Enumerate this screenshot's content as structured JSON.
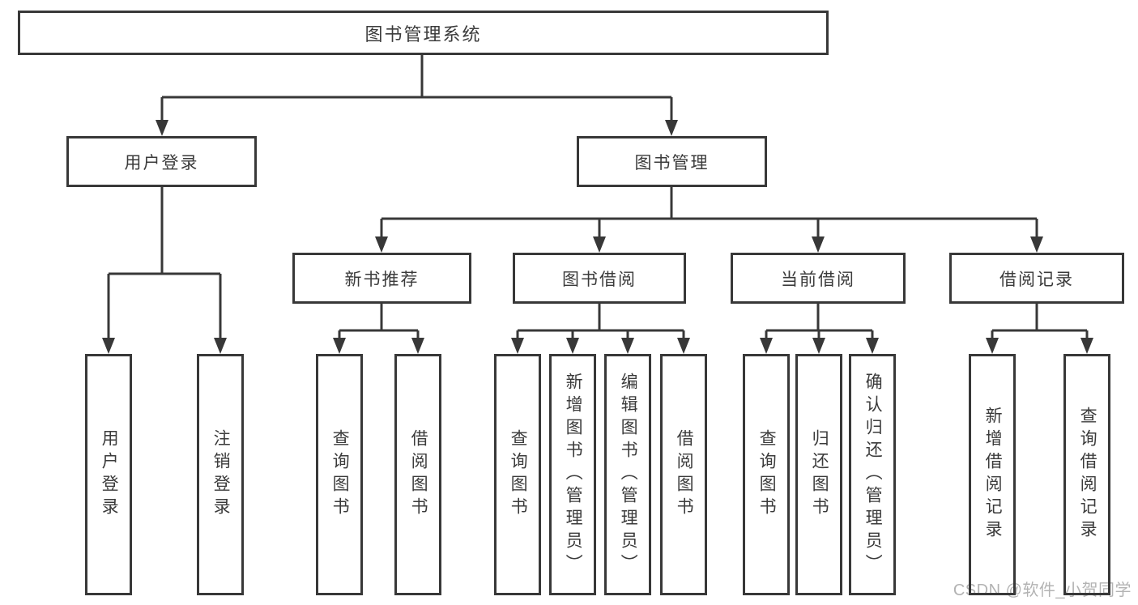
{
  "diagram": {
    "type": "tree",
    "tree": {
      "label": "图书管理系统",
      "children": [
        {
          "label": "用户登录",
          "children": [
            {
              "label": "用户登录"
            },
            {
              "label": "注销登录"
            }
          ]
        },
        {
          "label": "图书管理",
          "children": [
            {
              "label": "新书推荐",
              "children": [
                {
                  "label": "查询图书"
                },
                {
                  "label": "借阅图书"
                }
              ]
            },
            {
              "label": "图书借阅",
              "children": [
                {
                  "label": "查询图书"
                },
                {
                  "label": "新增图书（管理员）"
                },
                {
                  "label": "编辑图书（管理员）"
                },
                {
                  "label": "借阅图书"
                }
              ]
            },
            {
              "label": "当前借阅",
              "children": [
                {
                  "label": "查询图书"
                },
                {
                  "label": "归还图书"
                },
                {
                  "label": "确认归还（管理员）"
                }
              ]
            },
            {
              "label": "借阅记录",
              "children": [
                {
                  "label": "新增借阅记录"
                },
                {
                  "label": "查询借阅记录"
                }
              ]
            }
          ]
        }
      ]
    }
  },
  "watermark": "CSDN @软件_小贺同学",
  "colors": {
    "line": "#383838",
    "box_border": "#383838",
    "text": "#3b3b3b",
    "watermark": "#b3b3b3",
    "background": "#ffffff"
  }
}
